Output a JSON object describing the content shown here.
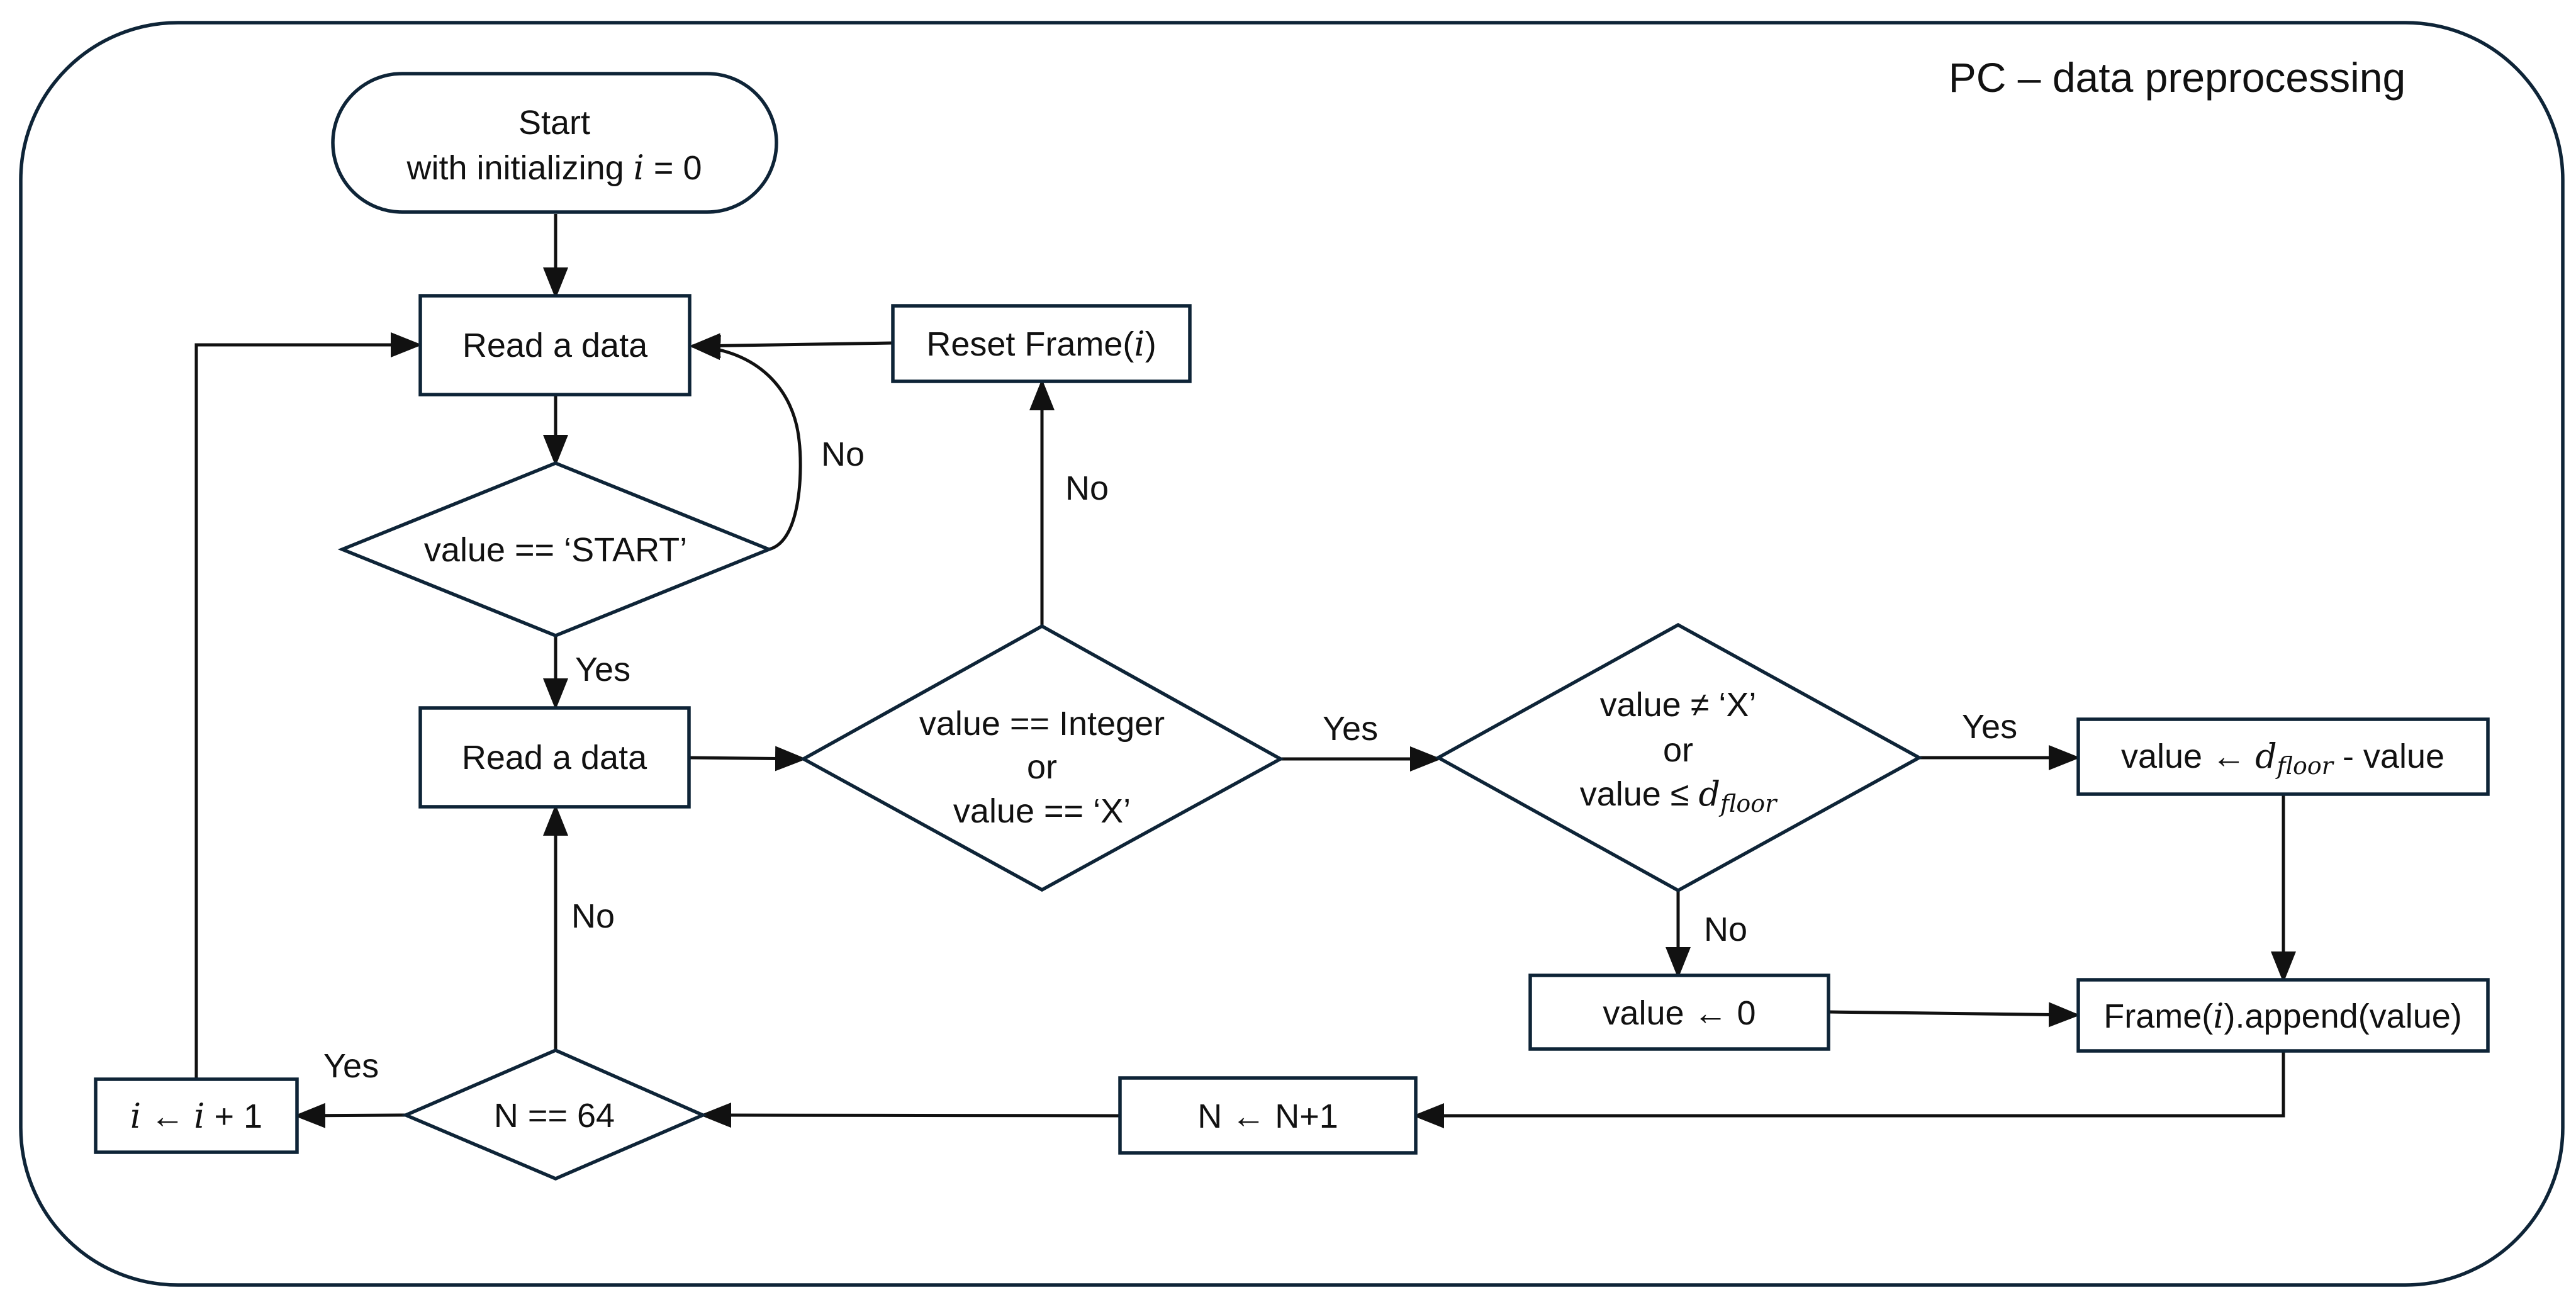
{
  "title": "PC – data preprocessing",
  "nodes": {
    "start": {
      "line1": "Start",
      "line2_prefix": "with initializing ",
      "line2_var": "i",
      "line2_suffix": " = 0"
    },
    "read_data_1": {
      "label": "Read a data"
    },
    "value_start": {
      "label": "value == ‘START’"
    },
    "read_data_2": {
      "label": "Read a data"
    },
    "value_integer": {
      "line1": "value == Integer",
      "line2": "or",
      "line3": "value == ‘X’"
    },
    "reset_frame": {
      "prefix": "Reset Frame(",
      "var": "i",
      "suffix": ")"
    },
    "value_check": {
      "line1": "value ≠ ‘X’",
      "line2": "or",
      "line3_prefix": "value ≤ ",
      "line3_var": "d",
      "line3_sub": "floor"
    },
    "value_assign": {
      "prefix": "value ← ",
      "var": "d",
      "sub": "floor",
      "suffix": " - value"
    },
    "value_zero": {
      "label": "value ← 0"
    },
    "frame_append": {
      "prefix": "Frame(",
      "var": "i",
      "suffix": ").append(value)"
    },
    "n_increment": {
      "label": "N ← N+1"
    },
    "n_check": {
      "label": "N == 64"
    },
    "i_increment": {
      "var1": "i",
      "arrow": " ← ",
      "var2": "i",
      "suffix": " + 1"
    }
  },
  "edge_labels": {
    "start_no": "No",
    "start_yes": "Yes",
    "integer_no": "No",
    "integer_yes": "Yes",
    "check_yes": "Yes",
    "check_no": "No",
    "n_no": "No",
    "n_yes": "Yes"
  },
  "colors": {
    "border": "#0e2437",
    "text": "#111111",
    "background": "#ffffff"
  }
}
